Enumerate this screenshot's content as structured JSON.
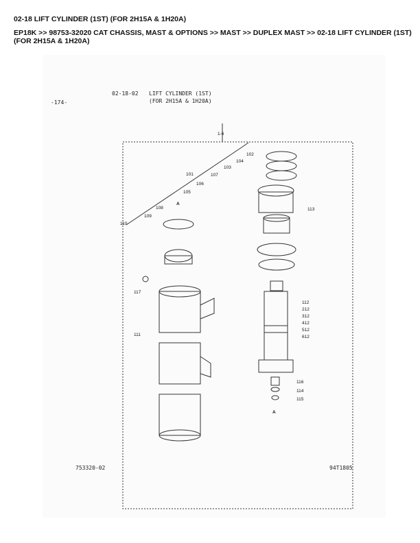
{
  "header": {
    "title": "02-18 LIFT CYLINDER (1ST) (FOR 2H15A & 1H20A)",
    "breadcrumb": "EP18K >> 98753-32020 CAT CHASSIS, MAST & OPTIONS >> MAST >> DUPLEX MAST >> 02-18 LIFT CYLINDER (1ST) (FOR 2H15A & 1H20A)"
  },
  "diagram": {
    "page_number": "-174-",
    "section_code": "02-18-02",
    "title_line1": "LIFT CYLINDER (1ST)",
    "title_line2": "(FOR 2H15A & 1H20A)",
    "assembly_ref": "1-6",
    "view_marker": "A",
    "view_marker_bottom": "A",
    "callouts": [
      "102",
      "104",
      "103",
      "101",
      "106",
      "107",
      "105",
      "108",
      "109",
      "110",
      "113",
      "117",
      "112",
      "212",
      "312",
      "412",
      "512",
      "612",
      "111",
      "116",
      "114",
      "115"
    ],
    "footer_left": "753320-02",
    "footer_right": "94T1805"
  }
}
